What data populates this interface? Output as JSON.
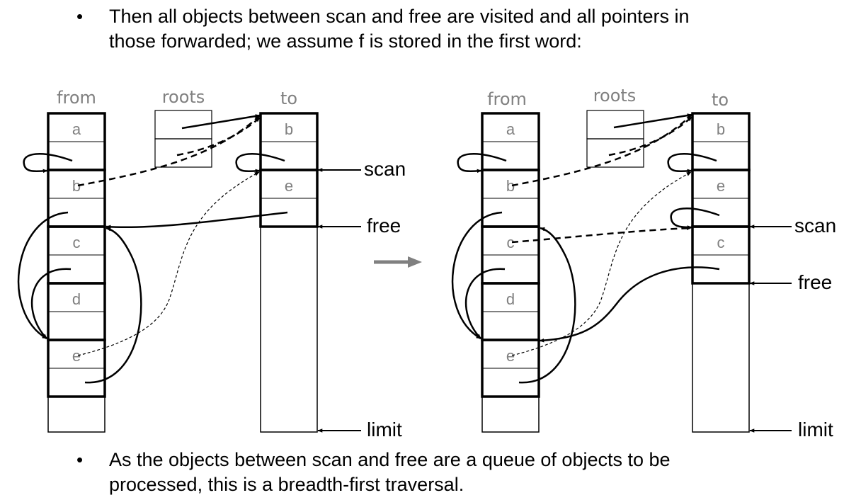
{
  "bullets": [
    {
      "symbol": "•",
      "lines": [
        "Then all objects between scan and free are visited and all pointers in",
        "those forwarded; we assume f is stored in the first word:"
      ]
    },
    {
      "symbol": "•",
      "lines": [
        "As the objects between scan and free are a queue of objects to be",
        "processed, this is a breadth-first traversal."
      ]
    }
  ],
  "left_diagram": {
    "headers": {
      "from": "from",
      "roots": "roots",
      "to": "to"
    },
    "from_cells": [
      "a",
      "b",
      "c",
      "d",
      "e"
    ],
    "to_cells": [
      "b",
      "e"
    ],
    "pointers": {
      "scan": "scan",
      "free": "free",
      "limit": "limit"
    }
  },
  "right_diagram": {
    "headers": {
      "from": "from",
      "roots": "roots",
      "to": "to"
    },
    "from_cells": [
      "a",
      "b",
      "c",
      "d",
      "e"
    ],
    "to_cells": [
      "b",
      "e",
      "c"
    ],
    "pointers": {
      "scan": "scan",
      "free": "free",
      "limit": "limit"
    }
  },
  "transition_arrow_color": "#808080"
}
